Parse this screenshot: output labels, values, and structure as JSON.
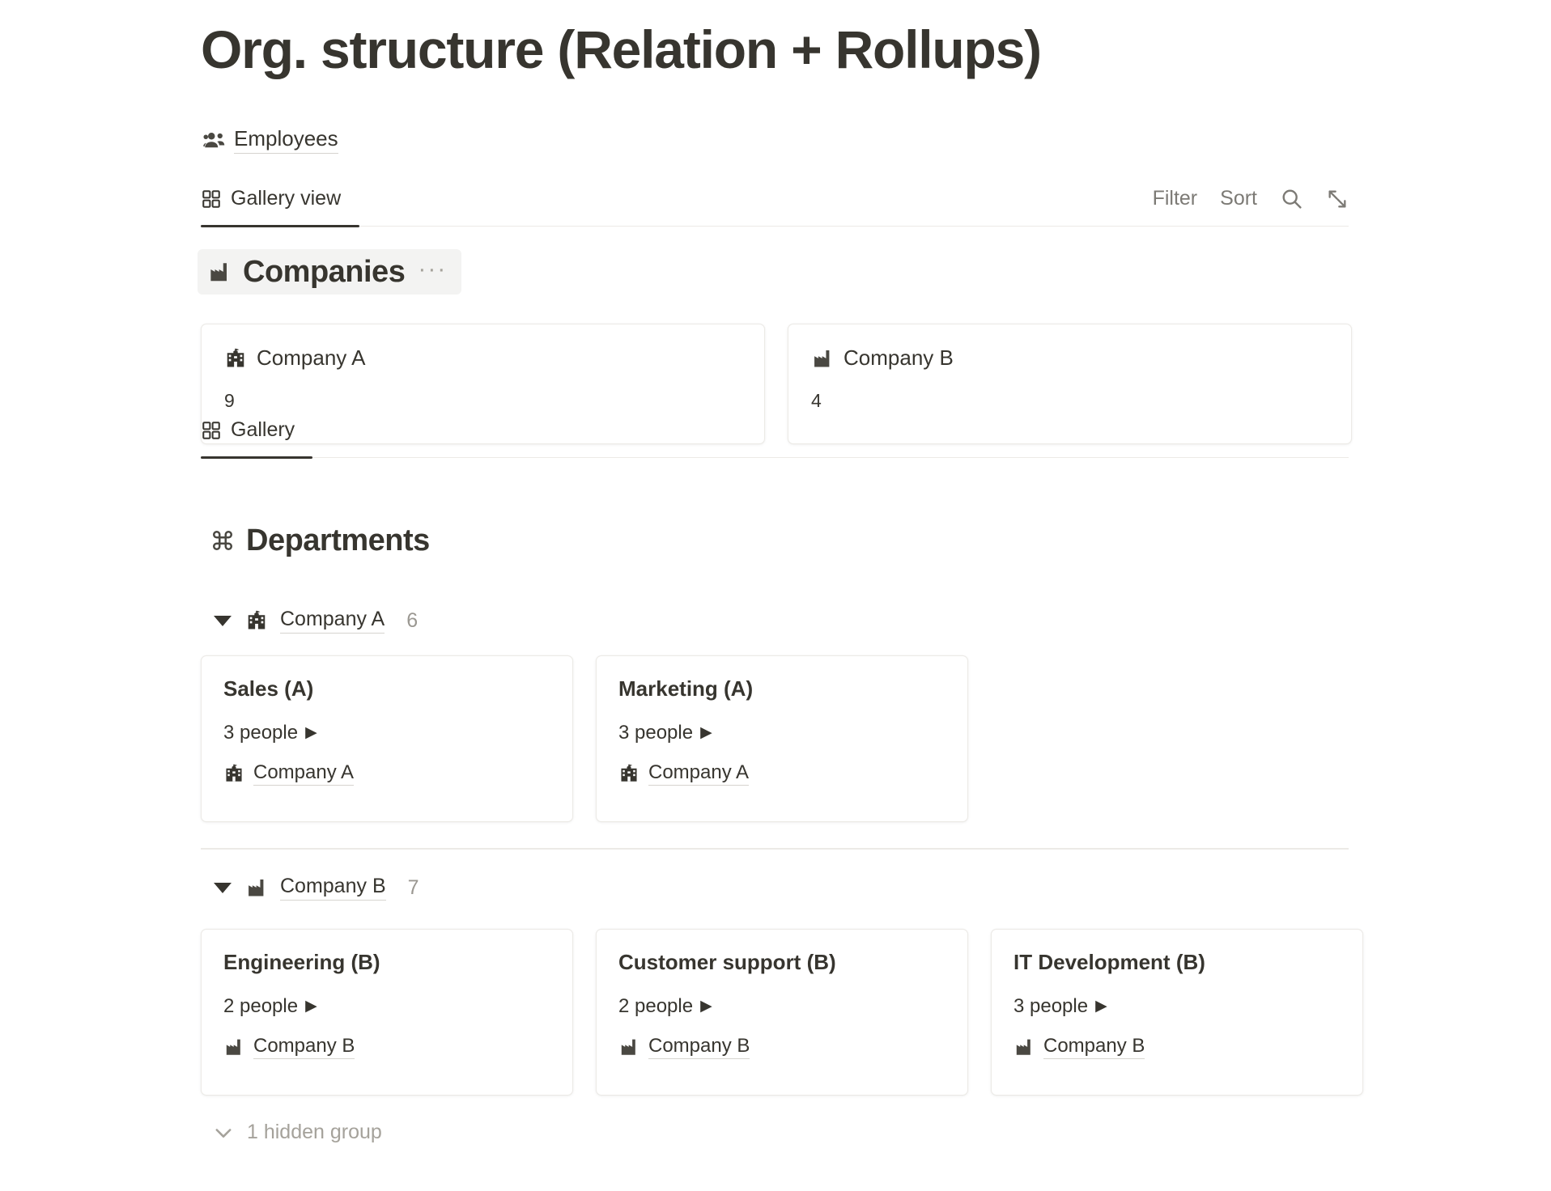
{
  "page": {
    "title": "Org. structure (Relation + Rollups)",
    "source": {
      "label": "Employees",
      "icon": "people-group-icon"
    }
  },
  "view_bars": [
    {
      "tab": {
        "label": "Gallery view",
        "icon": "gallery-grid-icon",
        "active": true
      },
      "actions": {
        "filter_label": "Filter",
        "sort_label": "Sort",
        "search_icon": "search-icon",
        "expand_icon": "expand-diagonal-icon"
      }
    },
    {
      "tab": {
        "label": "Gallery",
        "icon": "gallery-grid-icon",
        "active": true
      }
    }
  ],
  "sections": [
    {
      "title": "Companies",
      "icon": "factory-icon",
      "menu": "···",
      "highlighted": true,
      "cards": [
        {
          "icon": "school-building-icon",
          "name": "Company A",
          "count": "9"
        },
        {
          "icon": "factory-icon",
          "name": "Company B",
          "count": "4"
        }
      ]
    },
    {
      "title": "Departments",
      "icon": "command-icon",
      "highlighted": false,
      "groups": [
        {
          "icon": "school-building-icon",
          "name": "Company A",
          "count": "6",
          "collapsed": false,
          "cards": [
            {
              "title": "Sales (A)",
              "people": "3 people",
              "people_arrow": "▶",
              "relation_icon": "school-building-icon",
              "relation": "Company A"
            },
            {
              "title": "Marketing (A)",
              "people": "3 people",
              "people_arrow": "▶",
              "relation_icon": "school-building-icon",
              "relation": "Company A"
            }
          ]
        },
        {
          "icon": "factory-icon",
          "name": "Company B",
          "count": "7",
          "collapsed": false,
          "cards": [
            {
              "title": "Engineering (B)",
              "people": "2 people",
              "people_arrow": "▶",
              "relation_icon": "factory-icon",
              "relation": "Company B"
            },
            {
              "title": "Customer support (B)",
              "people": "2 people",
              "people_arrow": "▶",
              "relation_icon": "factory-icon",
              "relation": "Company B"
            },
            {
              "title": "IT Development (B)",
              "people": "3 people",
              "people_arrow": "▶",
              "relation_icon": "factory-icon",
              "relation": "Company B"
            }
          ]
        }
      ]
    }
  ],
  "footer": {
    "hidden_group_label": "1 hidden group",
    "chevron_icon": "chevron-down-icon"
  },
  "colors": {
    "text": "#37352f",
    "muted": "#7c7a75",
    "faint": "#a5a29b",
    "border": "#eceae6",
    "highlight_bg": "#f3f3f2"
  }
}
